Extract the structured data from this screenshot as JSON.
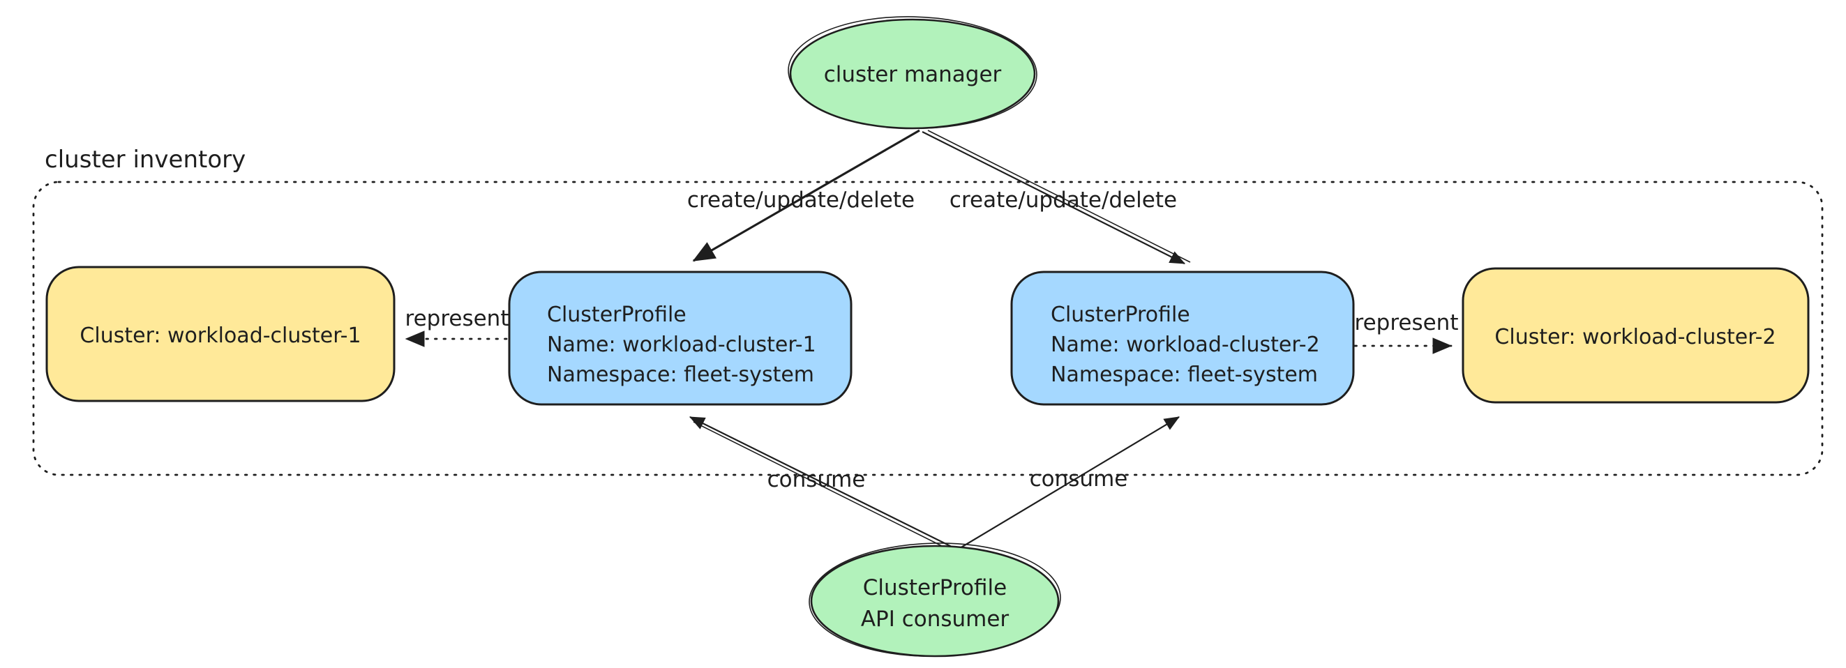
{
  "diagram": {
    "container": {
      "label": "cluster inventory"
    },
    "colors": {
      "background": "#ffffff",
      "stroke": "#1e1e1e",
      "actor_fill": "#b2f2bb",
      "profile_fill": "#a5d8ff",
      "cluster_fill": "#ffe999"
    },
    "nodes": {
      "cluster_manager": {
        "label": "cluster manager"
      },
      "api_consumer": {
        "line1": "ClusterProfile",
        "line2": "API consumer"
      },
      "cluster_1": {
        "label": "Cluster: workload-cluster-1"
      },
      "cluster_2": {
        "label": "Cluster: workload-cluster-2"
      },
      "profile_1": {
        "line1": "ClusterProfile",
        "line2": "Name: workload-cluster-1",
        "line3": "Namespace: fleet-system"
      },
      "profile_2": {
        "line1": "ClusterProfile",
        "line2": "Name: workload-cluster-2",
        "line3": "Namespace: fleet-system"
      }
    },
    "edges": {
      "create_1": {
        "label": "create/update/delete"
      },
      "create_2": {
        "label": "create/update/delete"
      },
      "represent_1": {
        "label": "represent"
      },
      "represent_2": {
        "label": "represent"
      },
      "consume_1": {
        "label": "consume"
      },
      "consume_2": {
        "label": "consume"
      }
    }
  }
}
